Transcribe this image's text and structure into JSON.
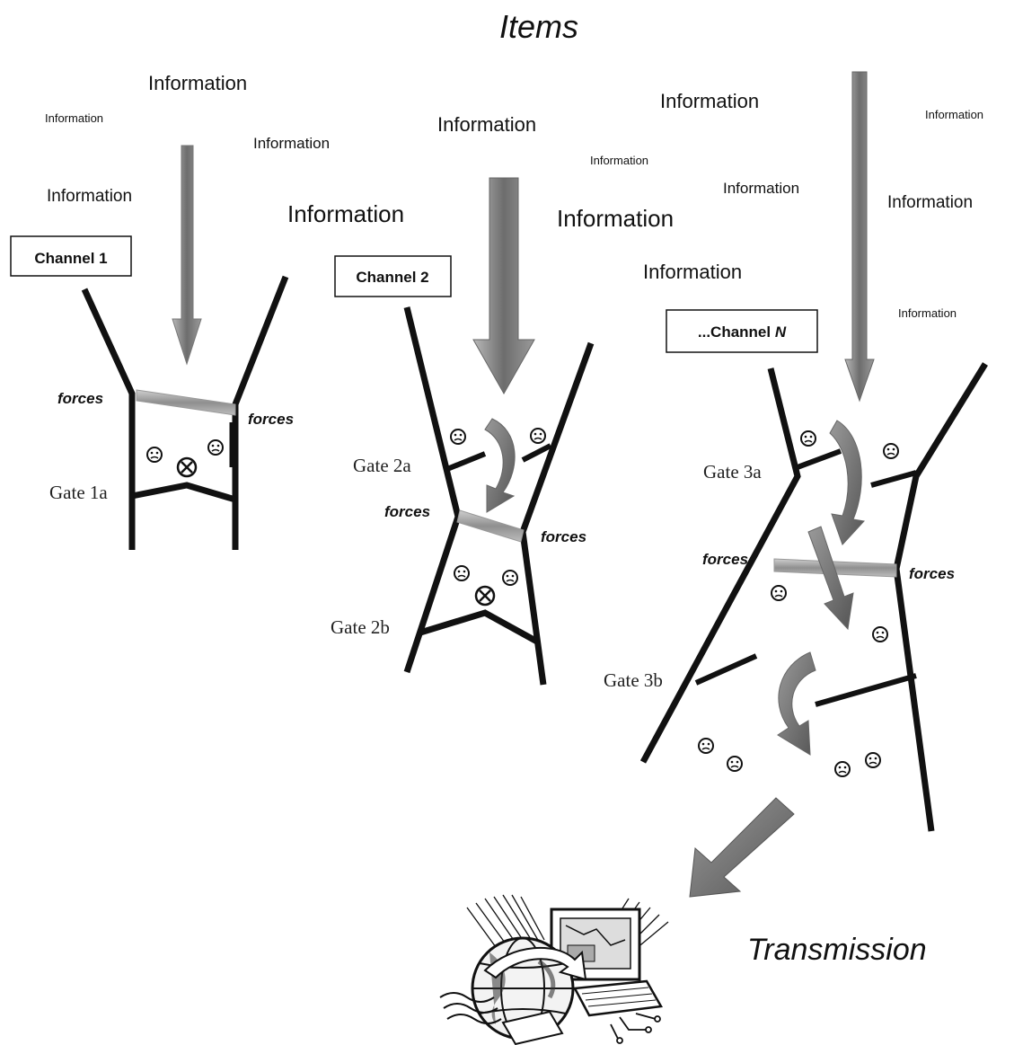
{
  "title": "Items",
  "information_label": "Information",
  "forces_label": "forces",
  "channels": [
    {
      "label": "Channel 1",
      "gates": [
        "Gate 1a"
      ]
    },
    {
      "label": "Channel 2",
      "gates": [
        "Gate 2a",
        "Gate 2b"
      ]
    },
    {
      "label_prefix": "...Channel ",
      "label_var": "N",
      "gates": [
        "Gate 3a",
        "Gate 3b"
      ]
    }
  ],
  "output_label": "Transmission",
  "colors": {
    "line": "#111111",
    "arrow_gray": "#8a8a8a",
    "arrow_dark": "#5a5a5a"
  },
  "icons": [
    "face-icon",
    "blocked-gate-icon",
    "globe-computer-icon"
  ]
}
